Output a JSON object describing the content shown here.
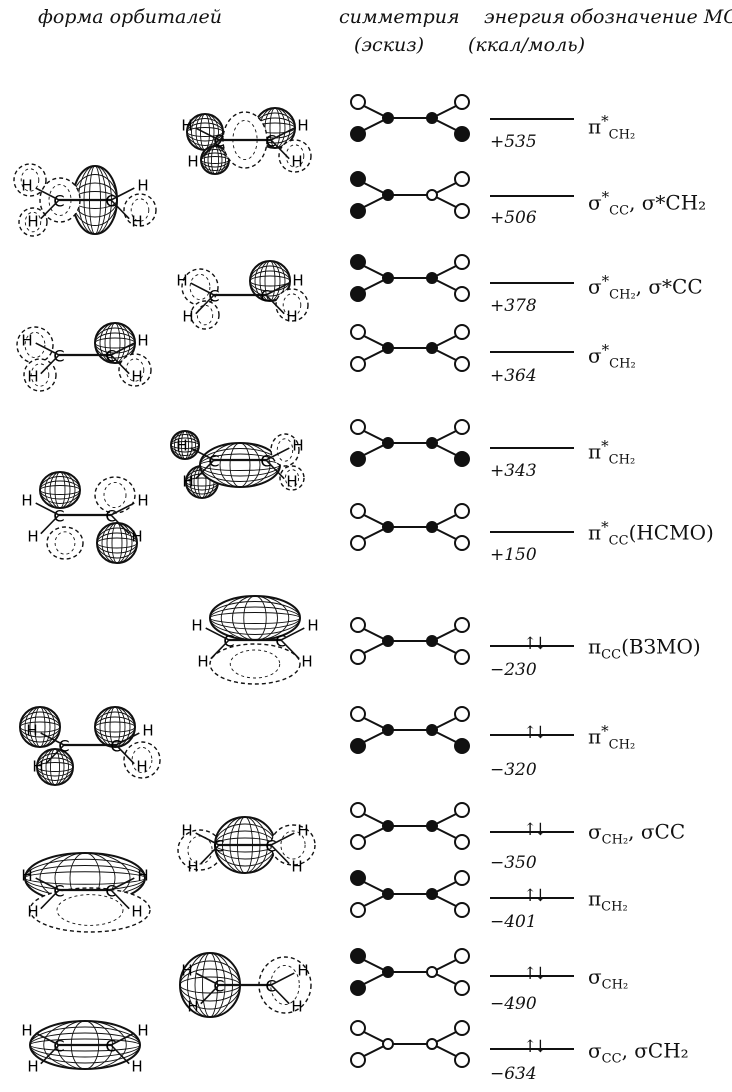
{
  "headers": {
    "shape": "форма орбиталей",
    "symmetry_line1": "симметрия",
    "symmetry_line2": "(эскиз)",
    "energy_line1": "энергия",
    "energy_line2": "(ккал/моль)",
    "designation": "обозначение МО"
  },
  "levels": [
    {
      "energy": "+535",
      "label_main": "π",
      "label_sub": "CH₂",
      "label_star": "*",
      "label_extra": "",
      "occupied": false
    },
    {
      "energy": "+506",
      "label_main": "σ",
      "label_sub": "CC",
      "label_star": "*",
      "label_extra": ", σ*CH₂",
      "occupied": false
    },
    {
      "energy": "+378",
      "label_main": "σ",
      "label_sub": "CH₂",
      "label_star": "*",
      "label_extra": ", σ*CC",
      "occupied": false
    },
    {
      "energy": "+364",
      "label_main": "σ",
      "label_sub": "CH₂",
      "label_star": "*",
      "label_extra": "",
      "occupied": false
    },
    {
      "energy": "+343",
      "label_main": "π",
      "label_sub": "CH₂",
      "label_star": "*",
      "label_extra": "",
      "occupied": false
    },
    {
      "energy": "+150",
      "label_main": "π",
      "label_sub": "CC",
      "label_star": "*",
      "label_extra": "(НСМО)",
      "occupied": false
    },
    {
      "energy": "−230",
      "label_main": "π",
      "label_sub": "CC",
      "label_star": "",
      "label_extra": "(ВЗМО)",
      "occupied": true
    },
    {
      "energy": "−320",
      "label_main": "π",
      "label_sub": "CH₂",
      "label_star": "*",
      "label_extra": "",
      "occupied": true
    },
    {
      "energy": "−350",
      "label_main": "σ",
      "label_sub": "CH₂",
      "label_star": "",
      "label_extra": ", σCC",
      "occupied": true
    },
    {
      "energy": "−401",
      "label_main": "π",
      "label_sub": "CH₂",
      "label_star": "",
      "label_extra": "",
      "occupied": true
    },
    {
      "energy": "−490",
      "label_main": "σ",
      "label_sub": "CH₂",
      "label_star": "",
      "label_extra": "",
      "occupied": true
    },
    {
      "energy": "−634",
      "label_main": "σ",
      "label_sub": "CC",
      "label_star": "",
      "label_extra": ", σCH₂",
      "occupied": true
    }
  ],
  "spin_symbol": "↑↓",
  "atom_labels": {
    "carbon": "C",
    "hydrogen": "H"
  }
}
